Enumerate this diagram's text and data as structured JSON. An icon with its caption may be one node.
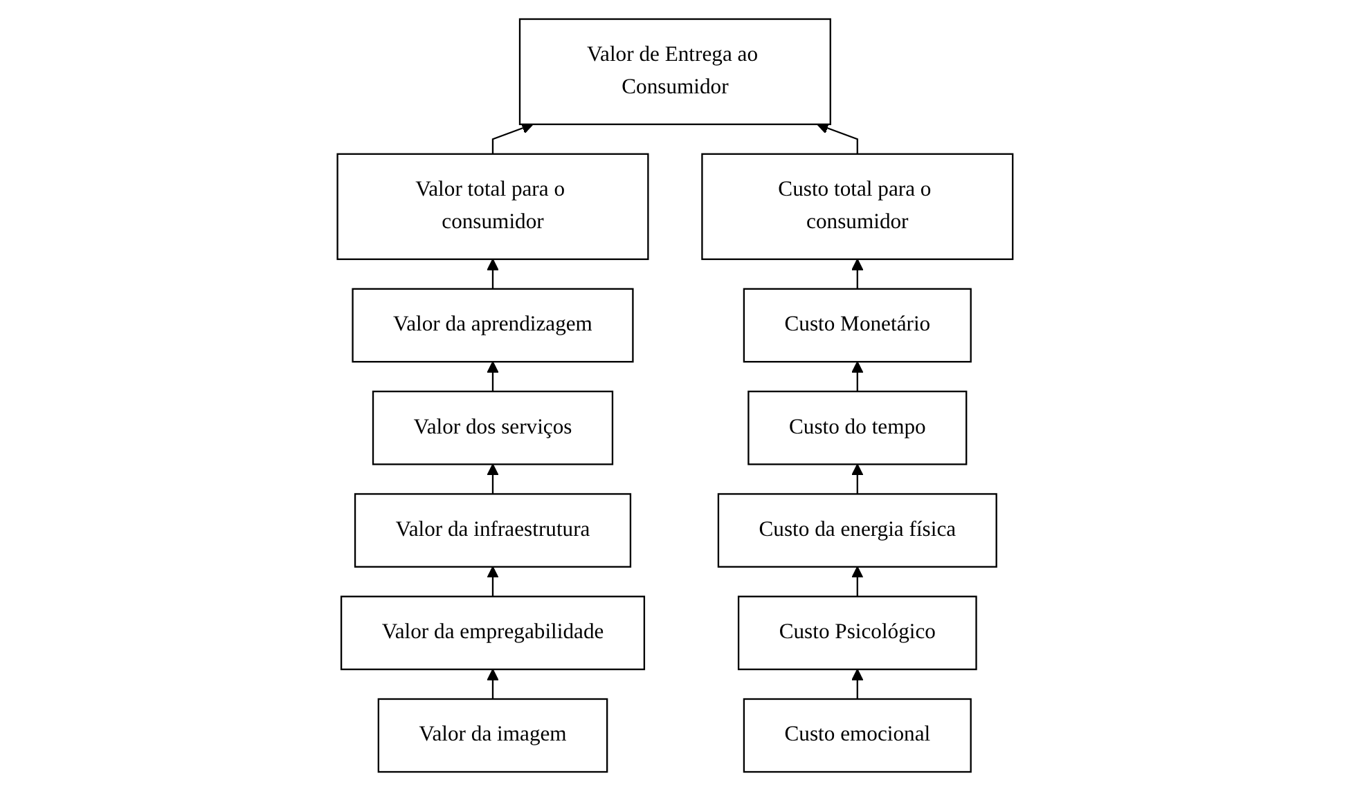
{
  "diagram": {
    "nodes": [
      {
        "text": [
          "Valor de Entrega ao Consumidor"
        ]
      },
      {
        "text": [
          "Valor total para o consumidor"
        ]
      },
      {
        "text": [
          "Valor da aprendizagem"
        ]
      },
      {
        "text": [
          "Valor dos serviços"
        ]
      },
      {
        "text": [
          "Valor da infraestrutura"
        ]
      },
      {
        "text": [
          "Valor da empregabilidade"
        ]
      },
      {
        "text": [
          "Valor da imagem"
        ]
      },
      {
        "text": [
          "Custo total para o consumidor"
        ]
      },
      {
        "text": [
          "Custo Monetário"
        ]
      },
      {
        "text": [
          "Custo do tempo"
        ]
      },
      {
        "text": [
          "Custo da energia física"
        ]
      },
      {
        "text": [
          "Custo Psicológico"
        ]
      },
      {
        "text": [
          "Custo emocional"
        ]
      }
    ],
    "edges": [
      {
        "from": 1,
        "to": 0,
        "arrow": "to"
      },
      {
        "from": 7,
        "to": 0,
        "arrow": "to"
      },
      {
        "from": 2,
        "to": 1,
        "arrow": "to"
      },
      {
        "from": 3,
        "to": 2,
        "arrow": "to"
      },
      {
        "from": 4,
        "to": 3,
        "arrow": "to"
      },
      {
        "from": 5,
        "to": 4,
        "arrow": "to"
      },
      {
        "from": 6,
        "to": 5,
        "arrow": "to"
      },
      {
        "from": 8,
        "to": 7,
        "arrow": "to"
      },
      {
        "from": 9,
        "to": 8,
        "arrow": "to"
      },
      {
        "from": 10,
        "to": 9,
        "arrow": "to"
      },
      {
        "from": 11,
        "to": 10,
        "arrow": "to"
      },
      {
        "from": 12,
        "to": 11,
        "arrow": "to"
      }
    ]
  }
}
